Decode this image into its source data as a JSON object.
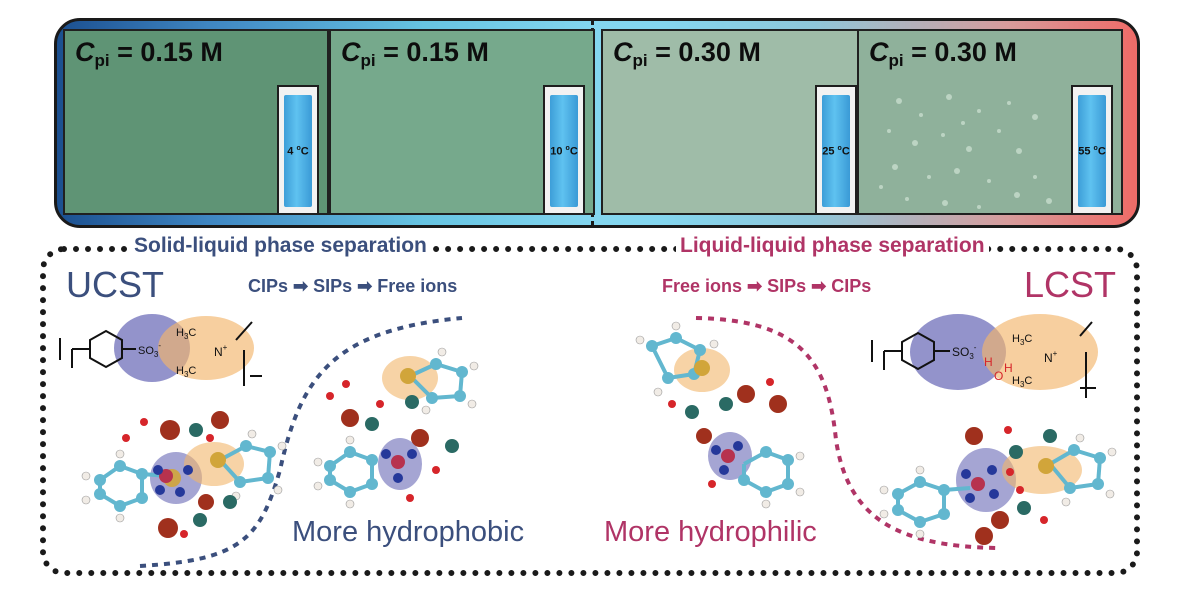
{
  "panels": [
    {
      "symbol": "C",
      "sub": "pi",
      "value": " = 0.15 M",
      "temp": "4 ",
      "temp_sup": "o",
      "temp_unit": "C",
      "texture": "#5f9475"
    },
    {
      "symbol": "C",
      "sub": "pi",
      "value": " = 0.15 M",
      "temp": "10 ",
      "temp_sup": "o",
      "temp_unit": "C",
      "texture": "#76a98c"
    },
    {
      "symbol": "C",
      "sub": "pi",
      "value": " = 0.30 M",
      "temp": "25 ",
      "temp_sup": "o",
      "temp_unit": "C",
      "texture": "#9fbca8"
    },
    {
      "symbol": "C",
      "sub": "pi",
      "value": " = 0.30 M",
      "temp": "55 ",
      "temp_sup": "o",
      "temp_unit": "C",
      "texture": "#8fb19b"
    }
  ],
  "headings": {
    "left": "Solid-liquid phase separation",
    "right": "Liquid-liquid phase separation"
  },
  "left": {
    "label": "UCST",
    "sequence": "CIPs ➡ SIPs ➡ Free ions",
    "property": "More hydrophobic"
  },
  "right": {
    "label": "LCST",
    "sequence": "Free ions ➡ SIPs ➡ CIPs",
    "property": "More hydrophilic"
  },
  "chem": {
    "so3": "SO",
    "so3_sub": "3",
    "so3_sup": "-",
    "h3c": "H",
    "h3c_sub": "3",
    "h3c_c": "C",
    "n_plus": "N",
    "n_plus_sup": "+",
    "o": "O",
    "h": "H"
  },
  "colors": {
    "blue_text": "#3b4f7d",
    "red_text": "#b03466",
    "blue_ellipse": "#4b4ba8",
    "orange_ellipse": "#f2b66b",
    "carbon": "#62b7cf",
    "hydrogen": "#f1ece6",
    "oxygen": "#d6252a",
    "sulfur": "#d1a53a",
    "nitrogen": "#25389a",
    "cation": "#2a6a64",
    "anion": "#a0301d"
  }
}
